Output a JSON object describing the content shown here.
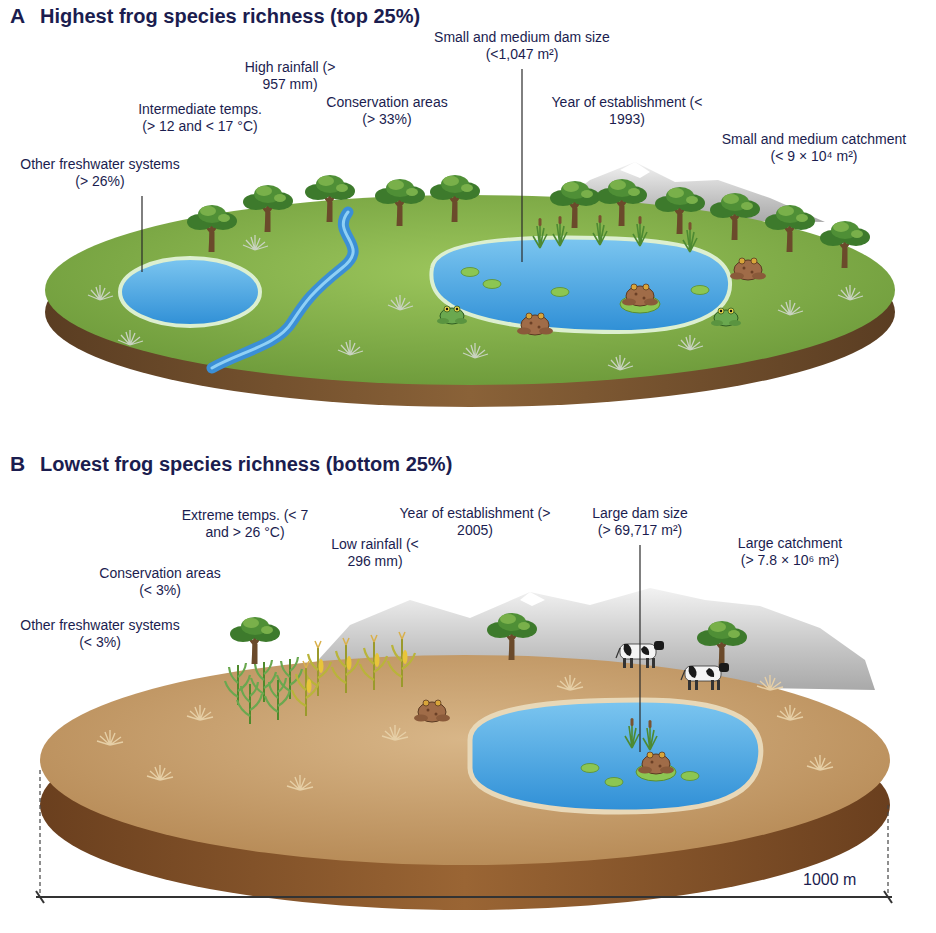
{
  "diagram": {
    "labels": [
      "A",
      "Highest frog species richness (top 25%)",
      "High rainfall (> 957 mm)",
      "Small and medium dam size (<1,047 m²)",
      "Intermediate temps. (> 12 and < 17 °C)",
      "Conservation areas (> 33%)",
      "Year of establishment (< 1993)",
      "Small and medium catchment (< 9 × 10⁴ m²)",
      "Other freshwater systems (> 26%)",
      "B",
      "Lowest frog species richness (bottom 25%)",
      "Year of establishment (> 2005)",
      "Large dam size (> 69,717 m²)",
      "Extreme temps. (< 7 and > 26 °C)",
      "Large catchment (> 7.8 × 10⁶ m²)",
      "Low rainfall (< 296 mm)",
      "Conservation areas (< 3%)",
      "Other freshwater systems (< 3%)",
      "1000 m"
    ]
  }
}
